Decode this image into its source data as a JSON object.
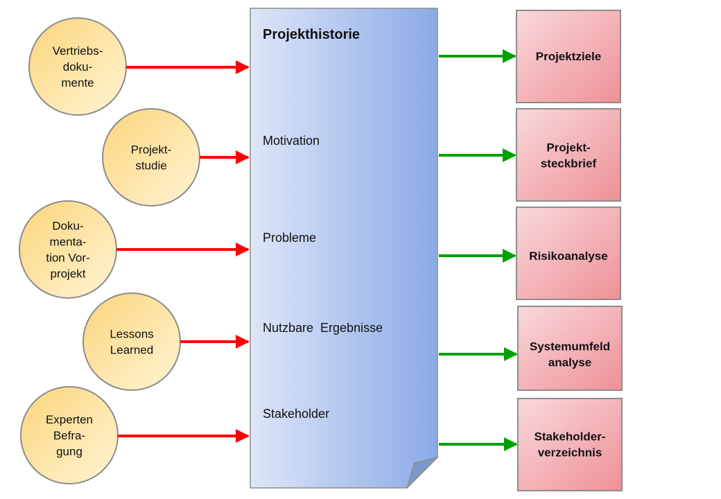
{
  "colors": {
    "input_arrow": "#ff0000",
    "output_arrow": "#00a000",
    "source_fill_light": "#fff4d6",
    "source_fill_dark": "#fbd57a",
    "document_fill_light": "#dde6f7",
    "document_fill_dark": "#8aaae8",
    "output_fill_light": "#f9d9dc",
    "output_fill_dark": "#ee9096",
    "outline": "#8c8c8c"
  },
  "sources": [
    {
      "lines": [
        "Vertriebs-",
        "doku-",
        "mente"
      ]
    },
    {
      "lines": [
        "Projekt-",
        "studie"
      ]
    },
    {
      "lines": [
        "Doku-",
        "menta-",
        "tion Vor-",
        "projekt"
      ]
    },
    {
      "lines": [
        "Lessons",
        "Learned"
      ]
    },
    {
      "lines": [
        "Experten",
        "Befra-",
        "gung"
      ]
    }
  ],
  "document": {
    "title": "Projekthistorie",
    "items": [
      "Motivation",
      "Probleme",
      "Nutzbare  Ergebnisse",
      "Stakeholder"
    ]
  },
  "outputs": [
    {
      "lines": [
        "Projektziele"
      ]
    },
    {
      "lines": [
        "Projekt-",
        "steckbrief"
      ]
    },
    {
      "lines": [
        "Risikoanalyse"
      ]
    },
    {
      "lines": [
        "Systemumfeld",
        "analyse"
      ]
    },
    {
      "lines": [
        "Stakeholder-",
        "verzeichnis"
      ]
    }
  ]
}
